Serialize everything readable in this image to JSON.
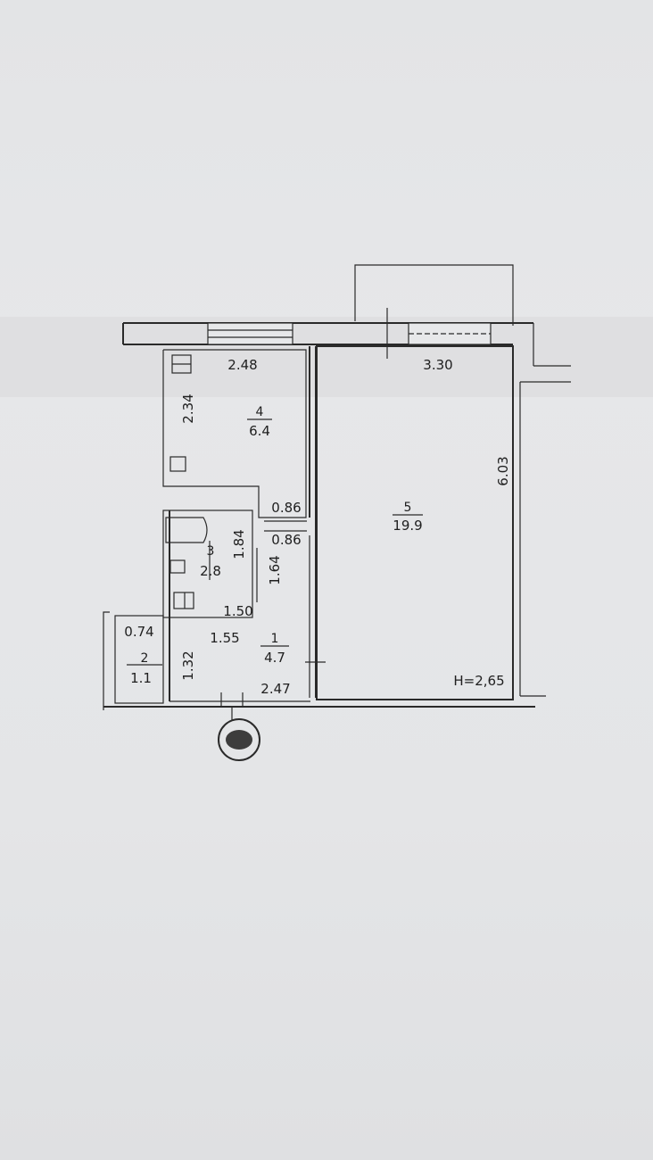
{
  "rooms": [
    {
      "number": "1",
      "area": "4.7"
    },
    {
      "number": "2",
      "area": "1.1"
    },
    {
      "number": "3",
      "area": "2.8"
    },
    {
      "number": "4",
      "area": "6.4"
    },
    {
      "number": "5",
      "area": "19.9"
    }
  ],
  "dimensions": {
    "kitchen_width": "2.48",
    "kitchen_depth": "2.34",
    "room_width": "3.30",
    "room_depth": "6.03",
    "opening_top": "0.86",
    "opening_bottom": "0.86",
    "bath_depth": "1.84",
    "bath_width": "1.50",
    "corridor_depth": "1.64",
    "closet_width": "0.74",
    "hall_width": "1.55",
    "hall_depth": "1.32",
    "hall_length": "2.47"
  },
  "ceiling_height": "H=2,65"
}
